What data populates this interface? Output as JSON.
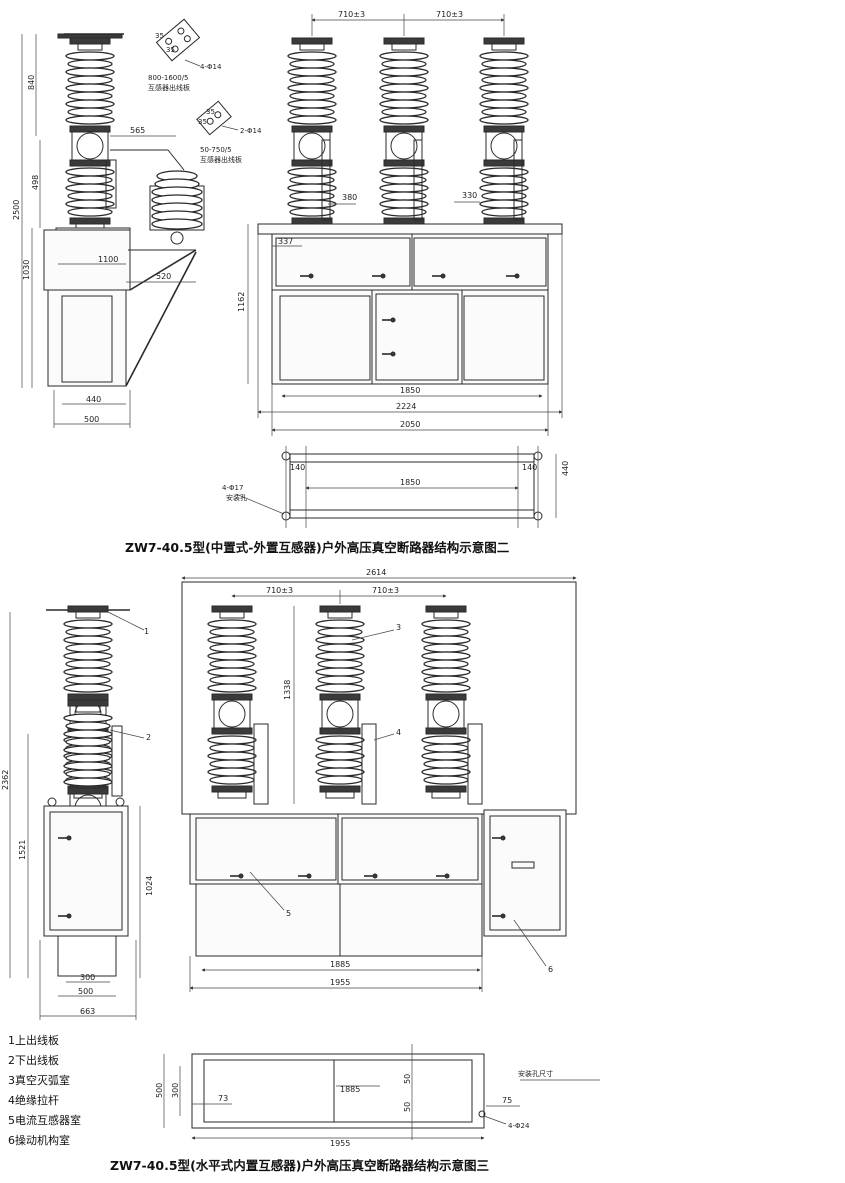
{
  "figure_top": {
    "caption": "ZW7-40.5型(中置式-外置互感器)户外高压真空断路器结构示意图二",
    "dims": {
      "d710a": "710±3",
      "d710b": "710±3",
      "d840": "840",
      "d565": "565",
      "d498": "498",
      "d2500": "2500",
      "d1030": "1030",
      "d1100": "1100",
      "d520": "520",
      "d440": "440",
      "d500": "500",
      "d380": "380",
      "d330": "330",
      "d337": "337",
      "d1162": "1162",
      "d1850": "1850",
      "d2224": "2224",
      "d2050": "2050"
    },
    "ct_plate_1": {
      "hole": "4-Φ14",
      "note": "800-1600/5",
      "label": "互感器出线板",
      "a": "35",
      "b": "35"
    },
    "ct_plate_2": {
      "hole": "2-Φ14",
      "note": "50-750/5",
      "label": "互感器出线板",
      "a": "35",
      "b": "35"
    },
    "base": {
      "holes": "4-Φ17",
      "holes_label": "安装孔",
      "d140a": "140",
      "d140b": "140",
      "d1850": "1850",
      "d440": "440"
    }
  },
  "figure_bottom": {
    "caption": "ZW7-40.5型(水平式内置互感器)户外高压真空断路器结构示意图三",
    "dims": {
      "d2614": "2614",
      "d710a": "710±3",
      "d710b": "710±3",
      "d1338": "1338",
      "d2362": "2362",
      "d1521": "1521",
      "d1024": "1024",
      "d300": "300",
      "d500": "500",
      "d663": "663",
      "d1885": "1885",
      "d1955": "1955"
    },
    "callouts": {
      "c1": "1",
      "c2": "2",
      "c3": "3",
      "c4": "4",
      "c5": "5",
      "c6": "6"
    },
    "base": {
      "d500": "500",
      "d300": "300",
      "d73": "73",
      "d1885": "1885",
      "d50a": "50",
      "d50b": "50",
      "d75": "75",
      "holes": "4-Φ24",
      "d1955": "1955",
      "mount_label": "安装孔尺寸"
    }
  },
  "legend": [
    "1上出线板",
    "2下出线板",
    "3真空灭弧室",
    "4绝缘拉杆",
    "5电流互感器室",
    "6操动机构室"
  ]
}
